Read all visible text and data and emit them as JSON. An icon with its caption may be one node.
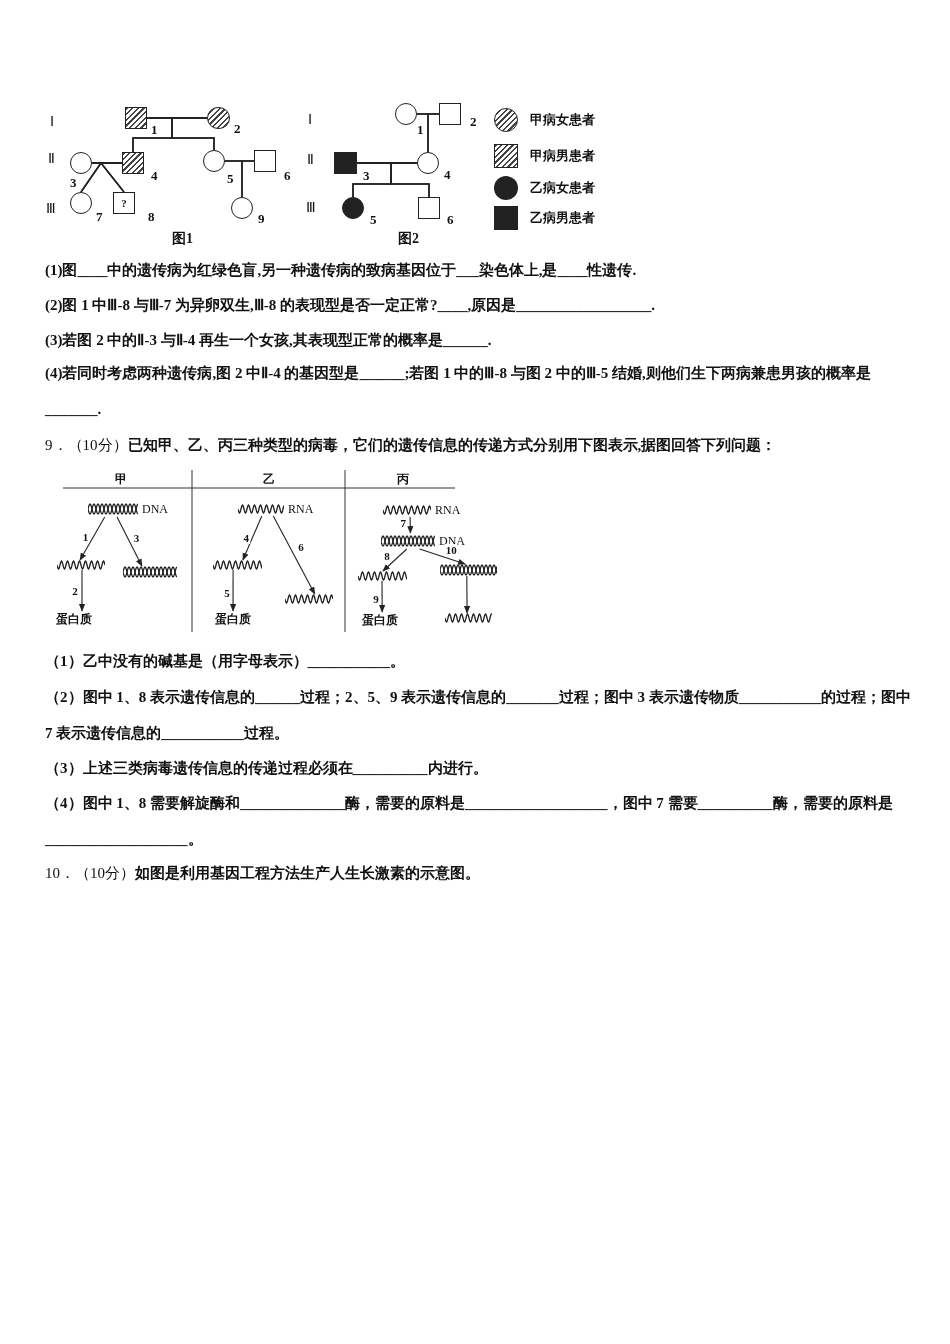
{
  "diagram": {
    "nodes": [
      {
        "text": [],
        "shape": "box",
        "beside": [
          "1"
        ]
      },
      {
        "text": [],
        "shape": "circle",
        "beside": [
          "2"
        ]
      },
      {
        "text": [],
        "shape": "circle",
        "beside": [
          "3"
        ]
      },
      {
        "text": [],
        "shape": "box",
        "beside": [
          "4"
        ]
      },
      {
        "text": [],
        "shape": "circle",
        "beside": [
          "5"
        ]
      },
      {
        "text": [],
        "shape": "box",
        "beside": [
          "6"
        ]
      },
      {
        "text": [],
        "shape": "circle",
        "beside": [
          "7"
        ]
      },
      {
        "text": [
          "?"
        ],
        "beside": [
          "8"
        ]
      },
      {
        "text": [],
        "shape": "circle",
        "beside": [
          "9"
        ]
      },
      {
        "text": [],
        "shape": "circle",
        "beside": [
          "1"
        ]
      },
      {
        "text": [],
        "shape": "box",
        "beside": [
          "2"
        ]
      },
      {
        "text": [],
        "shape": "box",
        "beside": [
          "3"
        ]
      },
      {
        "text": [],
        "shape": "circle",
        "beside": [
          "4"
        ]
      },
      {
        "text": [],
        "shape": "circle",
        "beside": [
          "5"
        ]
      },
      {
        "text": [],
        "shape": "box",
        "beside": [
          "6"
        ]
      },
      {
        "text": [
          "DNA"
        ]
      },
      {
        "text": [],
        "shape": "picture"
      },
      {
        "text": [],
        "shape": "picture"
      },
      {
        "text": [
          "蛋白质"
        ]
      },
      {
        "text": [
          "RNA"
        ]
      },
      {
        "text": [],
        "shape": "picture"
      },
      {
        "text": [],
        "shape": "picture"
      },
      {
        "text": [
          "蛋白质"
        ]
      },
      {
        "text": [
          "RNA"
        ]
      },
      {
        "text": [
          "DNA"
        ]
      },
      {
        "text": [],
        "shape": "picture"
      },
      {
        "text": [],
        "shape": "picture"
      },
      {
        "text": [
          "蛋白质"
        ]
      },
      {
        "text": [],
        "shape": "picture"
      }
    ],
    "edges": [
      {
        "from": 0,
        "to": 1,
        "arrow": "none"
      },
      {
        "from": 0,
        "to": 3,
        "arrow": "none"
      },
      {
        "from": 1,
        "to": 3,
        "arrow": "none"
      },
      {
        "from": 0,
        "to": 4,
        "arrow": "none"
      },
      {
        "from": 1,
        "to": 4,
        "arrow": "none"
      },
      {
        "from": 2,
        "to": 3,
        "arrow": "none"
      },
      {
        "from": 2,
        "to": 6,
        "arrow": "none"
      },
      {
        "from": 3,
        "to": 6,
        "arrow": "none"
      },
      {
        "from": 2,
        "to": 7,
        "arrow": "none"
      },
      {
        "from": 3,
        "to": 7,
        "arrow": "none"
      },
      {
        "from": 4,
        "to": 5,
        "arrow": "none"
      },
      {
        "from": 4,
        "to": 8,
        "arrow": "none"
      },
      {
        "from": 5,
        "to": 8,
        "arrow": "none"
      },
      {
        "from": 9,
        "to": 10,
        "arrow": "none"
      },
      {
        "from": 9,
        "to": 12,
        "arrow": "none"
      },
      {
        "from": 10,
        "to": 12,
        "arrow": "none"
      },
      {
        "from": 11,
        "to": 12,
        "arrow": "none"
      },
      {
        "from": 11,
        "to": 13,
        "arrow": "none"
      },
      {
        "from": 12,
        "to": 13,
        "arrow": "none"
      },
      {
        "from": 11,
        "to": 14,
        "arrow": "none"
      },
      {
        "from": 12,
        "to": 14,
        "arrow": "none"
      },
      {
        "from": 15,
        "to": 16,
        "arrow": "to",
        "label": "1"
      },
      {
        "from": 15,
        "to": 17,
        "arrow": "to",
        "label": "3"
      },
      {
        "from": 16,
        "to": 18,
        "arrow": "to",
        "label": "2"
      },
      {
        "from": 19,
        "to": 20,
        "arrow": "to",
        "label": "4"
      },
      {
        "from": 19,
        "to": 21,
        "arrow": "to",
        "label": "6"
      },
      {
        "from": 20,
        "to": 22,
        "arrow": "to",
        "label": "5"
      },
      {
        "from": 23,
        "to": 24,
        "arrow": "to",
        "label": "7"
      },
      {
        "from": 24,
        "to": 25,
        "arrow": "to",
        "label": "8"
      },
      {
        "from": 24,
        "to": 26,
        "arrow": "to",
        "label": "10"
      },
      {
        "from": 25,
        "to": 27,
        "arrow": "to",
        "label": "9"
      },
      {
        "from": 26,
        "to": 28,
        "arrow": "to"
      }
    ],
    "labels": [
      "Ⅰ",
      "Ⅱ",
      "Ⅲ",
      "Ⅰ",
      "Ⅱ",
      "Ⅲ",
      "图1",
      "图2",
      "(1)图____中的遗传病为红绿色盲,另一种遗传病的致病基因位于___染色体上,是____性遗传.",
      "(2)图 1 中Ⅲ-8 与Ⅲ-7 为异卵双生,Ⅲ-8 的表现型是否一定正常?____,原因是__________________.",
      "(3)若图 2 中的Ⅱ-3 与Ⅱ-4 再生一个女孩,其表现型正常的概率是______.",
      "(4)若同时考虑两种遗传病,图 2 中Ⅱ-4 的基因型是______;若图 1 中的Ⅲ-8 与图 2 中的Ⅲ-5 结婚,则他们生下两病兼患男孩的概率是_______.",
      "9．（10分）**已知甲、乙、丙三种类型的病毒，它们的遗传信息的传递方式分别用下图表示,据图回答下列问题：**",
      "甲",
      "乙",
      "丙",
      "（1）乙中没有的碱基是（用字母表示）___________。",
      "（2）图中 1、8 表示遗传信息的______过程；2、5、9 表示遗传信息的_______过程；图中 3 表示遗传物质___________的过程；图中 7 表示遗传信息的___________过程。",
      "（3）上述三类病毒遗传信息的传递过程必须在__________内进行。",
      "（4）图中 1、8 需要解旋酶和______________酶，需要的原料是___________________，图中 7 需要__________酶，需要的原料是___________________。",
      "10．（10分）**如图是利用基因工程方法生产人生长激素的示意图。**"
    ],
    "legend": [
      {
        "text": "甲病女患者"
      },
      {
        "text": "甲病男患者"
      },
      {
        "text": "乙病女患者"
      },
      {
        "text": "乙病男患者"
      }
    ]
  }
}
